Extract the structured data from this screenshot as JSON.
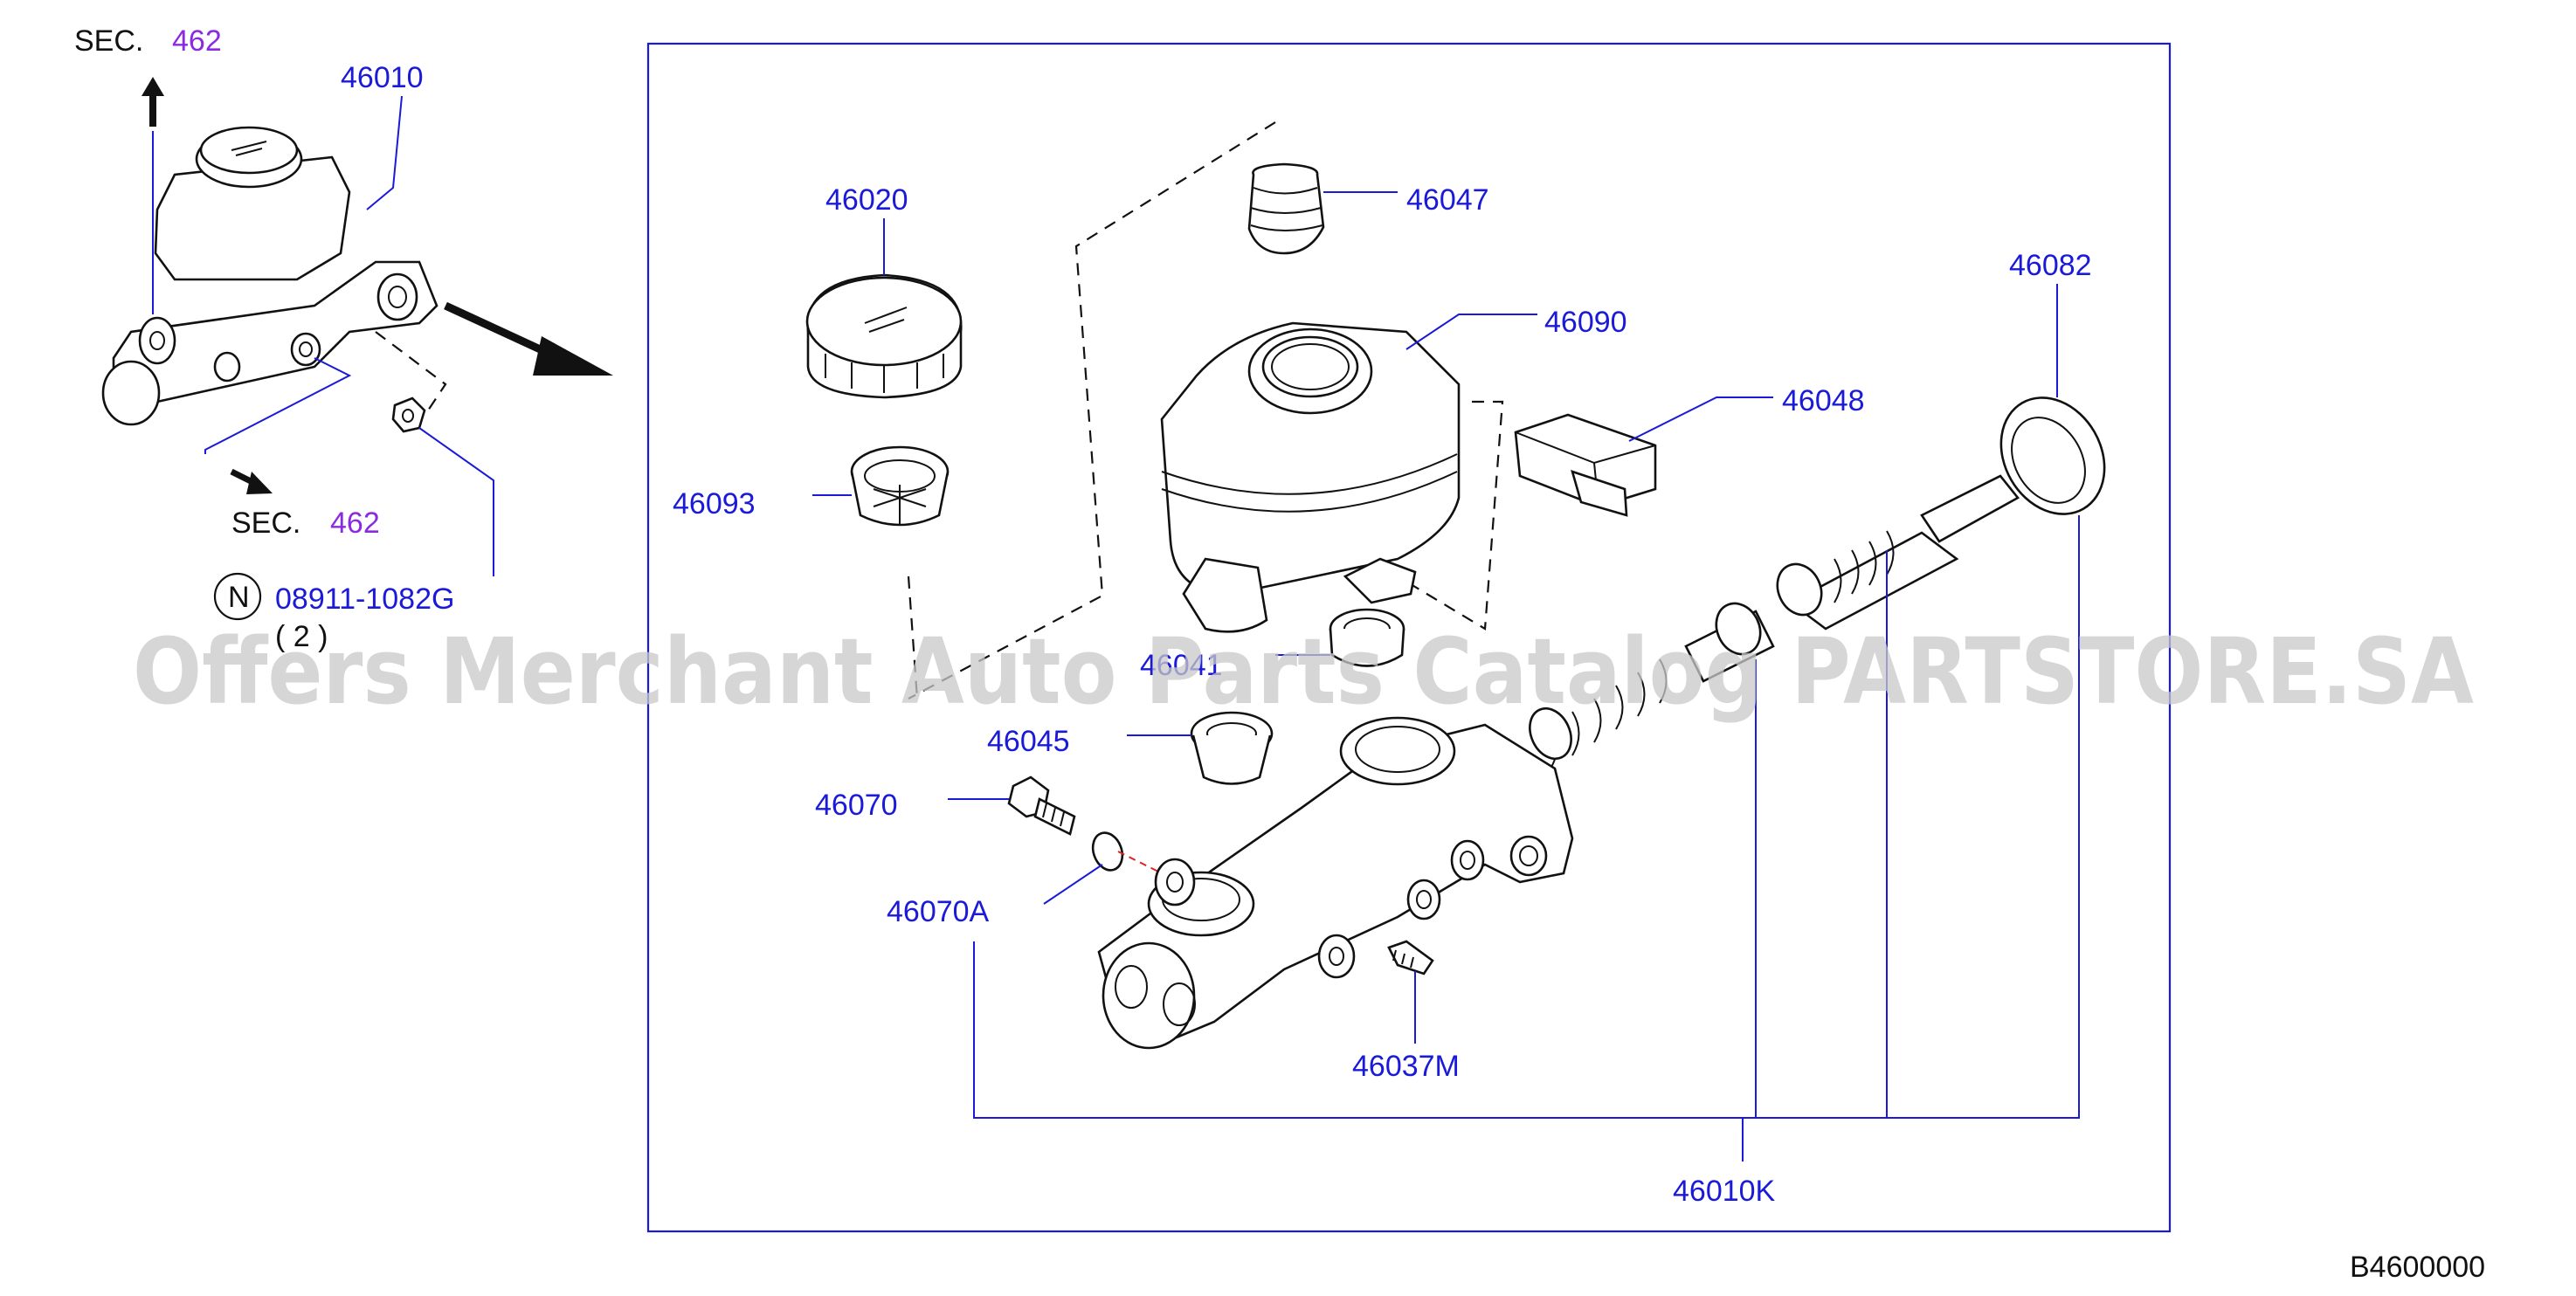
{
  "labels": {
    "sec_top": "SEC.",
    "sec_top_num": "462",
    "sec_bottom": "SEC.",
    "sec_bottom_num": "462",
    "p46010": "46010",
    "n_circle": "N",
    "n_part": "08911-1082G",
    "n_qty": "( 2 )",
    "p46020": "46020",
    "p46047": "46047",
    "p46082": "46082",
    "p46090": "46090",
    "p46048": "46048",
    "p46093": "46093",
    "p46041": "46041",
    "p46045": "46045",
    "p46070": "46070",
    "p46070A": "46070A",
    "p46037M": "46037M",
    "p46010K": "46010K",
    "diagram_code": "B4600000"
  },
  "watermark": "Offers Merchant Auto Parts Catalog PARTSTORE.SA",
  "colors": {
    "callout": "#1a1ad8",
    "section_ref": "#8a2be2",
    "linework": "#111111",
    "watermark": "#c9c9c9"
  }
}
